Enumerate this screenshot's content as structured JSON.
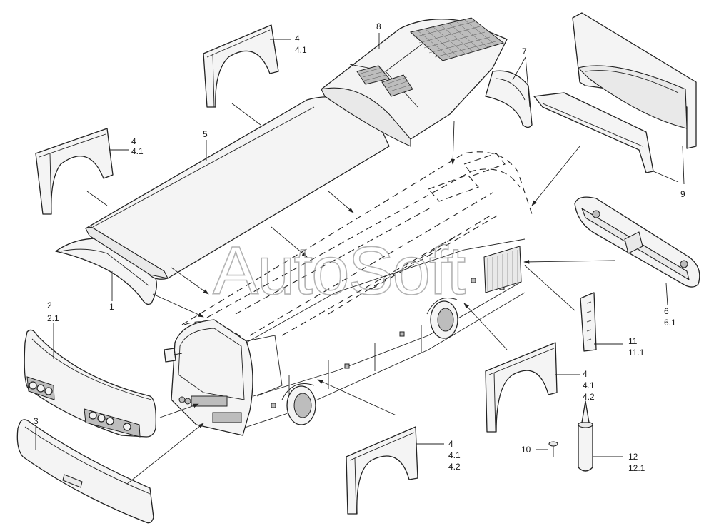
{
  "watermark": "AutoSoft",
  "callouts": {
    "c1": "1",
    "c2": "2",
    "c2_1": "2.1",
    "c3": "3",
    "c4a": "4",
    "c4a_1": "4.1",
    "c4b": "4",
    "c4b_1": "4.1",
    "c4c": "4",
    "c4c_1": "4.1",
    "c4c_2": "4.2",
    "c4d": "4",
    "c4d_1": "4.1",
    "c4d_2": "4.2",
    "c5": "5",
    "c6": "6",
    "c6_1": "6.1",
    "c7": "7",
    "c8": "8",
    "c9": "9",
    "c10": "10",
    "c11": "11",
    "c11_1": "11.1",
    "c12": "12",
    "c12_1": "12.1"
  }
}
